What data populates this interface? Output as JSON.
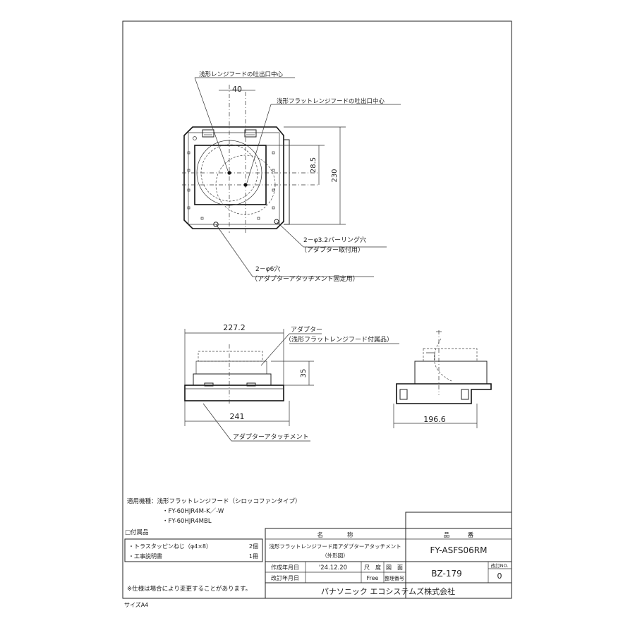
{
  "top_view": {
    "callout_shallow_center": "浅形レンジフードの吐出口中心",
    "callout_flat_center": "浅形フラットレンジフードの吐出口中心",
    "dim_40": "40",
    "dim_28_5": "28.5",
    "dim_230": "230",
    "callout_burring_1": "2－φ3.2バーリング穴",
    "callout_burring_2": "（アダプター取付用）",
    "callout_hole_1": "2－φ6穴",
    "callout_hole_2": "（アダプターアタッチメント固定用）"
  },
  "front_view": {
    "dim_227_2": "227.2",
    "dim_35": "35",
    "dim_241": "241",
    "callout_adapter_1": "アダプター",
    "callout_adapter_2": "（浅形フラットレンジフード付属品）",
    "callout_attachment": "アダプターアタッチメント"
  },
  "side_view": {
    "dim_196_6": "196.6"
  },
  "notes": {
    "applicable_label": "適用機種：浅形フラットレンジフード（シロッコファンタイプ）",
    "model_1": "・FY-60HJR4M-K／-W",
    "model_2": "・FY-60HJR4MBL",
    "accessories_title": "□付属品",
    "acc_1_name": "・トラスタッピンねじ（φ4×8）",
    "acc_1_qty": "2個",
    "acc_2_name": "・工事説明書",
    "acc_2_qty": "1冊",
    "spec_note": "※仕様は場合により変更することがあります。",
    "size": "サイズA4"
  },
  "title_block": {
    "name_header": "名　　　　称",
    "part_header": "品　　　番",
    "product_name": "浅形フラットレンジフード用アダプターアタッチメント",
    "product_sub": "（外形図）",
    "part_number": "FY-ASFS06RM",
    "created_label": "作成年月日",
    "created_date": "'24.12.20",
    "revised_label": "改訂年月日",
    "scale_label": "尺　度",
    "scale_value": "Free",
    "drawing_label": "図　面",
    "ref_label": "整理番号",
    "drawing_number": "BZ-179",
    "rev_label": "改訂NO.",
    "rev_value": "0",
    "company": "パナソニック エコシステムズ株式会社"
  }
}
